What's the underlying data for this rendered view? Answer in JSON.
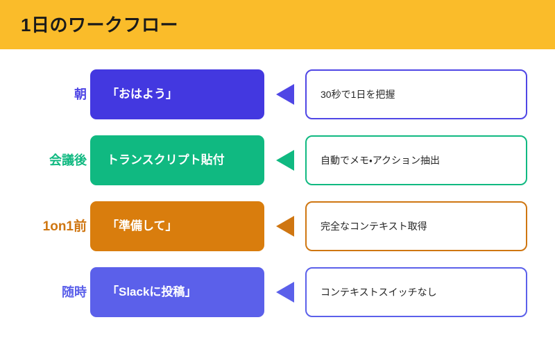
{
  "header": {
    "title": "1日のワークフロー",
    "background_color": "#fabc2a",
    "text_color": "#1a1a1a"
  },
  "rows": [
    {
      "stage_label": "朝",
      "action_label": "「おはよう」",
      "arrow_icon": "left-triangle-icon",
      "result_label": "30秒で1日を把握",
      "accent_color": "#4f46e5",
      "pill_color": "#4338e0"
    },
    {
      "stage_label": "会議後",
      "action_label": "トランスクリプト貼付",
      "arrow_icon": "left-triangle-icon",
      "result_label": "自動でメモ・アクション抽出",
      "accent_color": "#10b981",
      "pill_color": "#10b981"
    },
    {
      "stage_label": "1on1前",
      "action_label": "「準備して」",
      "arrow_icon": "left-triangle-icon",
      "result_label": "完全なコンテキスト取得",
      "accent_color": "#cf7611",
      "pill_color": "#d97d0d"
    },
    {
      "stage_label": "随時",
      "action_label": "「Slackに投稿」",
      "arrow_icon": "left-triangle-icon",
      "result_label": "コンテキストスイッチなし",
      "accent_color": "#5b60ea",
      "pill_color": "#5b60ea"
    }
  ]
}
